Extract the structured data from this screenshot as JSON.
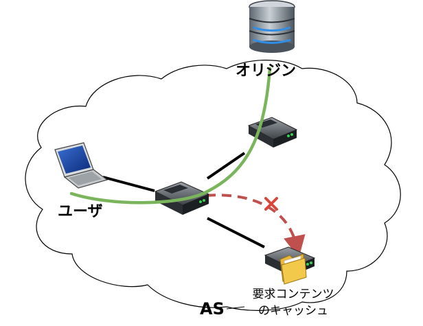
{
  "labels": {
    "origin": "オリジン",
    "user": "ユーザ",
    "as": "AS",
    "cache_line1": "要求コンテンツ",
    "cache_line2": "のキャッシュ"
  },
  "colors": {
    "cloud_stroke": "#000000",
    "green_path": "#7ab55c",
    "red_path": "#c0504d",
    "link": "#000000"
  },
  "icons": {
    "origin": "database-server-icon",
    "user": "laptop-icon",
    "router_center": "router-icon",
    "router_upper": "router-icon",
    "router_cache": "router-icon",
    "cache_folder": "folder-icon",
    "blocked": "cross-icon"
  }
}
